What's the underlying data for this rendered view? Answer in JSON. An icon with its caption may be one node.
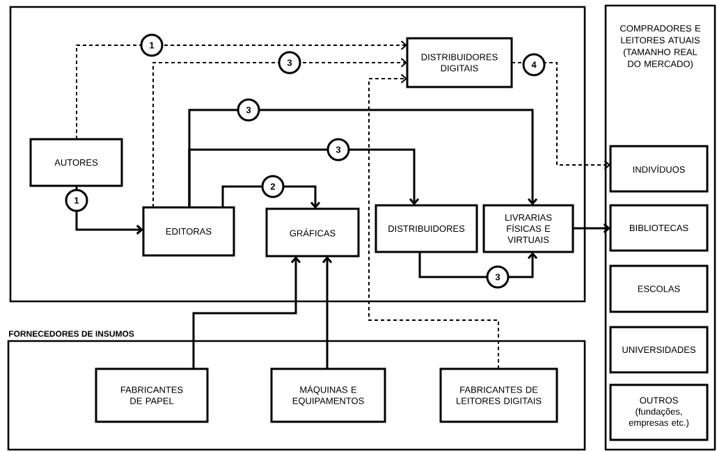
{
  "diagram": {
    "nodes": [
      {
        "text": [],
        "shape": "box"
      },
      {
        "text": [
          "AUTORES"
        ],
        "in": 0
      },
      {
        "text": [
          "EDITORAS"
        ],
        "in": 0
      },
      {
        "text": [
          "GRÁFICAS"
        ],
        "in": 0
      },
      {
        "text": [
          "DISTRIBUIDORES DIGITAIS"
        ],
        "in": 0
      },
      {
        "text": [
          "DISTRIBUIDORES"
        ],
        "in": 0
      },
      {
        "text": [
          "LIVRARIAS FÍSICAS E VIRTUAIS"
        ],
        "in": 0
      },
      {
        "text": [
          "COMPRADORES E LEITORES ATUAIS (TAMANHO REAL DO MERCADO)"
        ]
      },
      {
        "text": [
          "INDIVÍDUOS"
        ],
        "in": 7
      },
      {
        "text": [
          "BIBLIOTECAS"
        ],
        "in": 7
      },
      {
        "text": [
          "ESCOLAS"
        ],
        "in": 7
      },
      {
        "text": [
          "UNIVERSIDADES"
        ],
        "in": 7
      },
      {
        "text": [
          "OUTROS (fundações, empresas etc.)"
        ],
        "in": 7
      },
      {
        "text": [
          "FORNECEDORES DE INSUMOS"
        ]
      },
      {
        "text": [
          "FABRICANTES DE PAPEL"
        ],
        "in": 13
      },
      {
        "text": [
          "MÁQUINAS E EQUIPAMENTOS"
        ],
        "in": 13
      },
      {
        "text": [
          "FABRICANTES DE LEITORES DIGITAIS"
        ],
        "in": 13
      }
    ],
    "edges": [
      {
        "from": 1,
        "to": 4,
        "arrow": "to",
        "style": "dashed",
        "label": "1"
      },
      {
        "from": 2,
        "to": 4,
        "arrow": "to",
        "style": "dashed",
        "label": "3"
      },
      {
        "from": 16,
        "to": 4,
        "arrow": "to",
        "style": "dashed"
      },
      {
        "from": 4,
        "to": 8,
        "arrow": "to",
        "style": "dashed",
        "label": "4"
      },
      {
        "from": 1,
        "to": 2,
        "arrow": "to",
        "label": "1"
      },
      {
        "from": 2,
        "to": 6,
        "arrow": "to",
        "label": "3"
      },
      {
        "from": 2,
        "to": 5,
        "arrow": "to",
        "label": "3"
      },
      {
        "from": 2,
        "to": 3,
        "arrow": "to",
        "label": "2"
      },
      {
        "from": 5,
        "to": 6,
        "arrow": "to",
        "label": "3"
      },
      {
        "from": 6,
        "to": 9,
        "arrow": "to"
      },
      {
        "from": 14,
        "to": 3,
        "arrow": "to"
      },
      {
        "from": 15,
        "to": 3,
        "arrow": "to"
      }
    ]
  }
}
